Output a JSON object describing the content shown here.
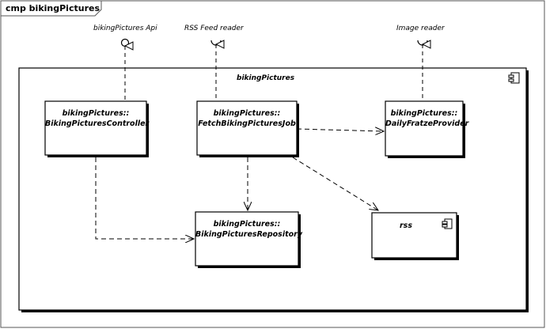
{
  "frame": {
    "tab_label": "cmp bikingPictures"
  },
  "package": {
    "name": "bikingPictures"
  },
  "interfaces": [
    {
      "label": "bikingPictures Api",
      "kind": "provided"
    },
    {
      "label": "RSS Feed reader",
      "kind": "required"
    },
    {
      "label": "Image reader",
      "kind": "required"
    }
  ],
  "components": [
    {
      "id": "controller",
      "namespace": "bikingPictures::",
      "name": "BikingPicturesController"
    },
    {
      "id": "job",
      "namespace": "bikingPictures::",
      "name": "FetchBikingPicturesJob"
    },
    {
      "id": "provider",
      "namespace": "bikingPictures::",
      "name": "DailyFratzeProvider"
    },
    {
      "id": "repository",
      "namespace": "bikingPictures::",
      "name": "BikingPicturesRepository"
    },
    {
      "id": "rss",
      "namespace": "",
      "name": "rss"
    }
  ],
  "dependencies": [
    {
      "from": "controller",
      "to": "repository"
    },
    {
      "from": "job",
      "to": "repository"
    },
    {
      "from": "job",
      "to": "provider"
    },
    {
      "from": "job",
      "to": "rss"
    }
  ],
  "realizations": [
    {
      "from": "controller",
      "to": "bikingPictures Api"
    },
    {
      "from": "job",
      "to": "RSS Feed reader"
    },
    {
      "from": "provider",
      "to": "Image reader"
    }
  ],
  "style": {
    "line_color": "#000000",
    "box_fill": "#ffffff",
    "shadow_color": "#000000"
  }
}
